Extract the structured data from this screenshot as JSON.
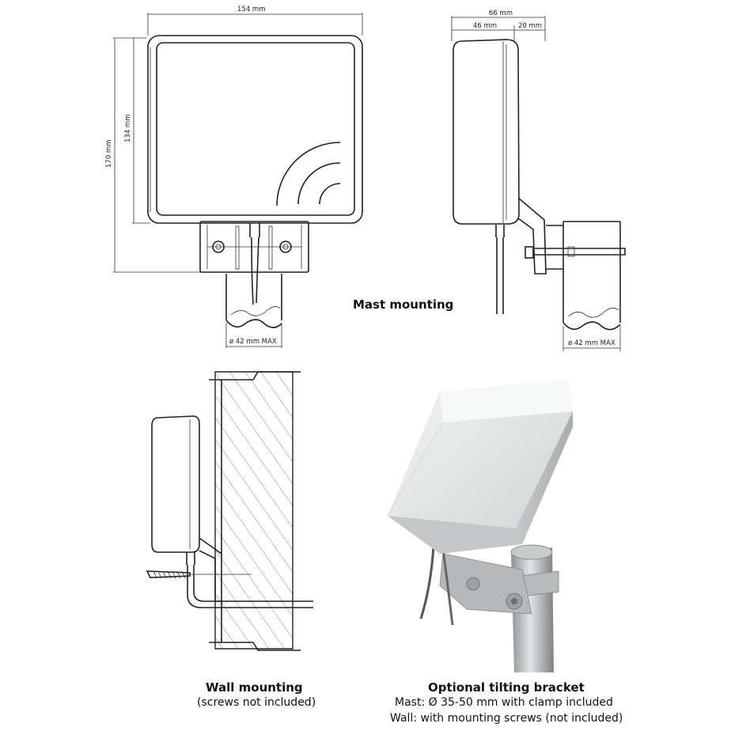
{
  "front_view": {
    "width_label": "154 mm",
    "height_outer_label": "170 mm",
    "height_inner_label": "134 mm",
    "mast_label": "ø 42 mm MAX"
  },
  "side_view": {
    "depth_total_label": "66 mm",
    "depth_body_label": "46 mm",
    "depth_bracket_label": "20 mm",
    "mast_label": "ø 42 mm MAX"
  },
  "mast_mounting": {
    "title": "Mast mounting"
  },
  "wall_mounting": {
    "title": "Wall mounting",
    "subtitle": "(screws not included)"
  },
  "tilting_bracket": {
    "title": "Optional tilting bracket",
    "line1": "Mast: Ø 35-50 mm with clamp included",
    "line2": "Wall: with mounting screws (not included)"
  }
}
